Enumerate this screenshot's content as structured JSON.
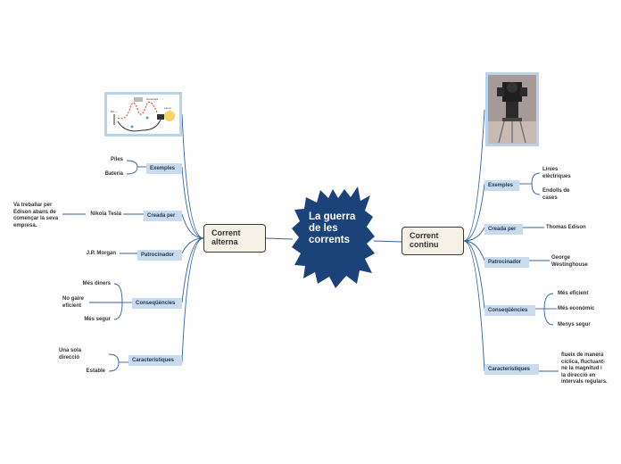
{
  "central": {
    "title": "La guerra de les corrents"
  },
  "alterna": {
    "title": "Corrent alterna",
    "topics": {
      "exemples": "Exemples",
      "creada_per": "Creada per",
      "patrocinador": "Patrocinador",
      "consequencies": "Conseqüències",
      "caracteristiques": "Característiques"
    },
    "leaves": {
      "exemples": [
        "Piles",
        "Bateria"
      ],
      "creada_per": [
        "Nikola Tesla"
      ],
      "creada_note": "Va treballar per Edison abans de començar la seva empresa.",
      "patrocinador": [
        "J.P. Morgan"
      ],
      "consequencies": [
        "Més diners",
        "No gaire eficient",
        "Més segur"
      ],
      "caracteristiques": [
        "Una sola direcció",
        "Estable"
      ]
    },
    "image_labels": {
      "generator": "Generator",
      "battery": "DC +",
      "load": "Lamp"
    }
  },
  "continu": {
    "title": "Corrent continu",
    "topics": {
      "exemples": "Exemples",
      "creada_per": "Creada per",
      "patrocinador": "Patrocinador",
      "consequencies": "Conseqüències",
      "caracteristiques": "Característiques"
    },
    "leaves": {
      "exemples": [
        "Línies elèctriques",
        "Endolls de cases"
      ],
      "creada_per": [
        "Thomas Edison"
      ],
      "patrocinador": [
        "George Westinghouse"
      ],
      "consequencies": [
        "Més eficient",
        "Més econòmic",
        "Menys segur"
      ],
      "caracteristiques": [
        "flueix de manera cíclica, fluctuant-ne la magnitud i la direcció en intervals regulars."
      ]
    }
  },
  "colors": {
    "central_fill": "#1b4279",
    "line": "#2f62a3",
    "topic_fill": "#c9dcef",
    "main_fill": "#f5f1e6",
    "image_border": "#b7d4ee"
  }
}
